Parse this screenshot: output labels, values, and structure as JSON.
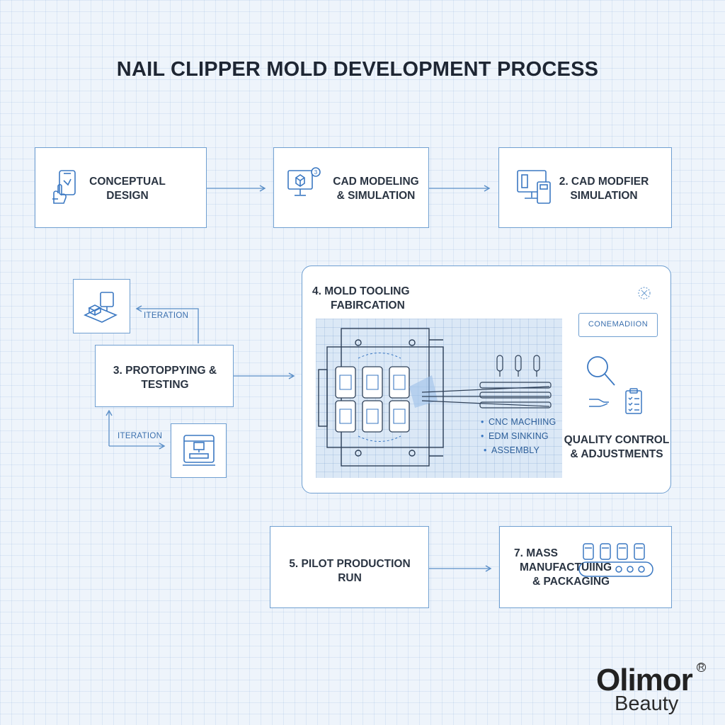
{
  "title": "NAIL CLIPPER MOLD DEVELOPMENT PROCESS",
  "steps": {
    "conceptual": {
      "line1": "CONCEPTUAL",
      "line2": "DESIGN"
    },
    "cad_modeling": {
      "line1": "CAD MODELING",
      "line2": "& SIMULATION",
      "badge": "3"
    },
    "cad_modifier": {
      "line1": "2. CAD MODFIER",
      "line2": "SIMULATION"
    },
    "prototyping": {
      "line1": "3. PROTOPPYING &",
      "line2": "TESTING"
    },
    "mold_tooling": {
      "line1": "4.  MOLD TOOLING",
      "line2": "FABIRCATION",
      "bullets": [
        "CNC MACHIING",
        "EDM SINKING",
        "ASSEMBLY"
      ],
      "confirm_label": "CONEMADIION"
    },
    "quality": {
      "line1": "QUALITY CONTROL",
      "line2": "& ADJUSTMENTS"
    },
    "pilot": {
      "line1": "5. PILOT PRODUCTION",
      "line2": "RUN"
    },
    "mass": {
      "line1": "7. MASS",
      "line2": "MANUFACTUIING",
      "line3": "& PACKAGING"
    }
  },
  "iteration_labels": {
    "top": "ITERATION",
    "bottom": "ITERATION"
  },
  "brand": {
    "name": "Olimor",
    "sub": "Beauty",
    "reg": "R"
  },
  "colors": {
    "accent": "#6f9fd1",
    "line": "#5b8fc8",
    "background": "#eef4fb"
  },
  "icons": [
    "tablet-hand-icon",
    "monitor-cube-icon",
    "monitor-device-icon",
    "computer-assembly-icon",
    "3d-printer-icon",
    "mold-schematic-icon",
    "magnifier-icon",
    "hand-clipboard-icon",
    "conveyor-bottles-icon",
    "crosshair-icon"
  ]
}
